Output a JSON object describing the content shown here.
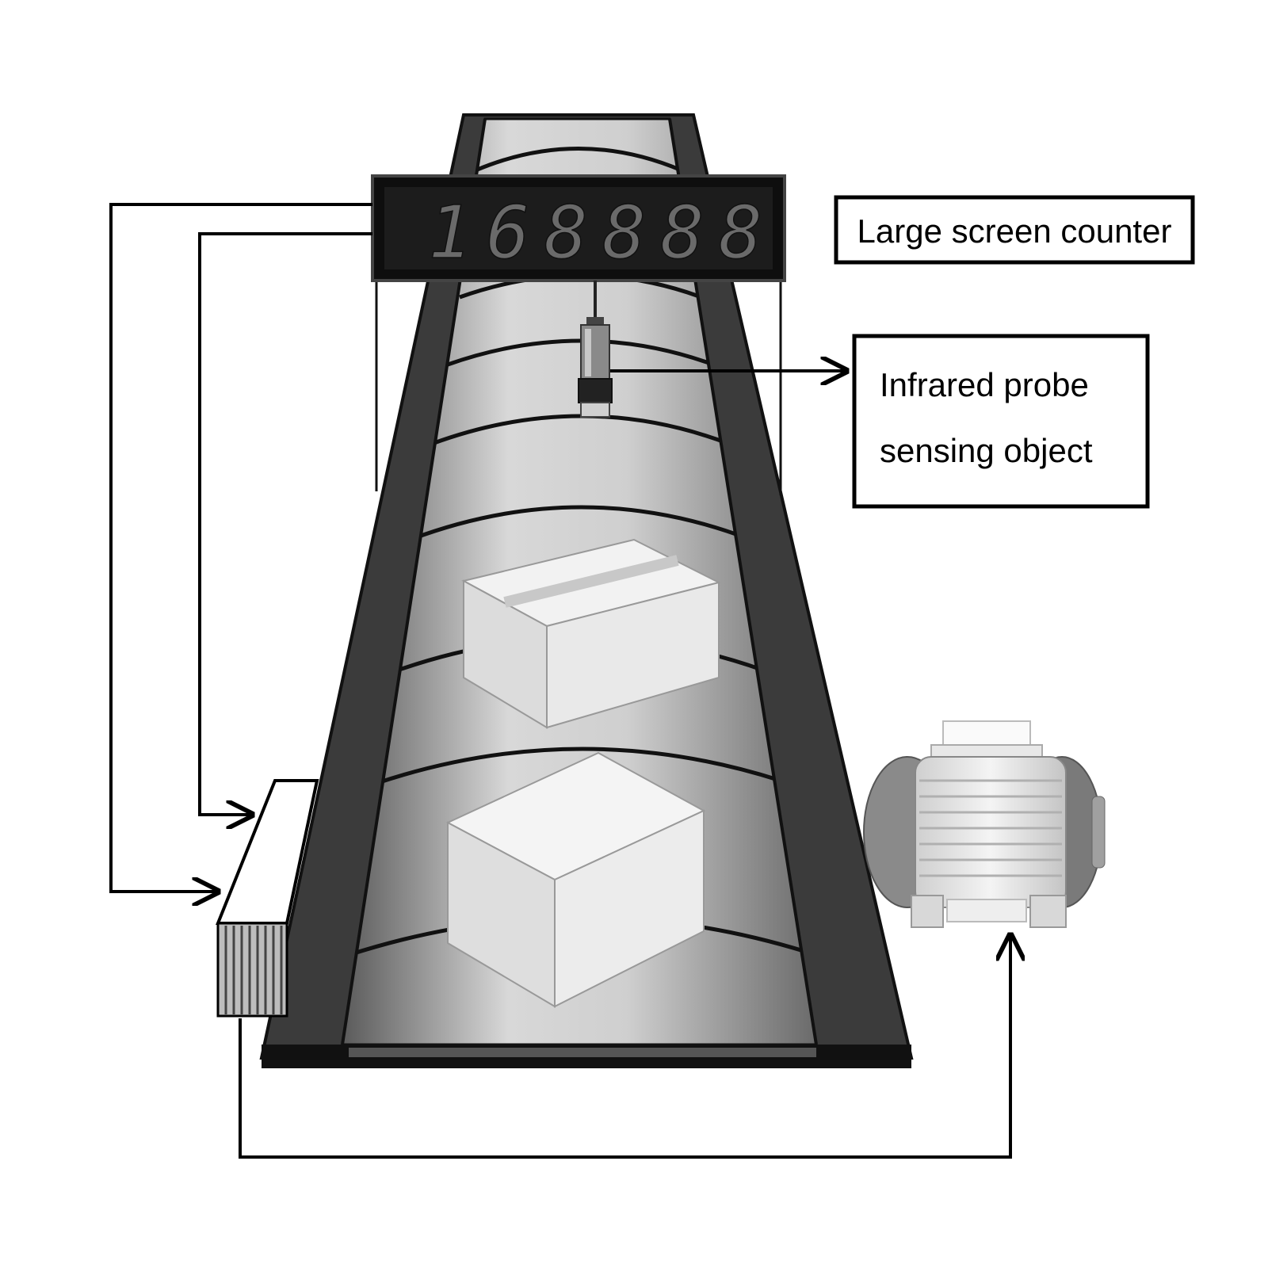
{
  "counter": {
    "display_value": "168888",
    "label": "Large screen counter"
  },
  "probe": {
    "label_line1": "Infrared probe",
    "label_line2": "sensing object"
  },
  "colors": {
    "frame": "#3b3b3b",
    "frame_edge": "#111111",
    "belt_light": "#d6d6d6",
    "belt_dark": "#6f6f6f",
    "counter_bg": "#1a1a1a",
    "digit": "#6a6a6a",
    "wire": "#000000",
    "box": "#ededed"
  },
  "icons": [
    "conveyor-belt",
    "counter-display",
    "infrared-probe",
    "cardboard-box",
    "controller-box",
    "electric-motor",
    "arrow"
  ]
}
